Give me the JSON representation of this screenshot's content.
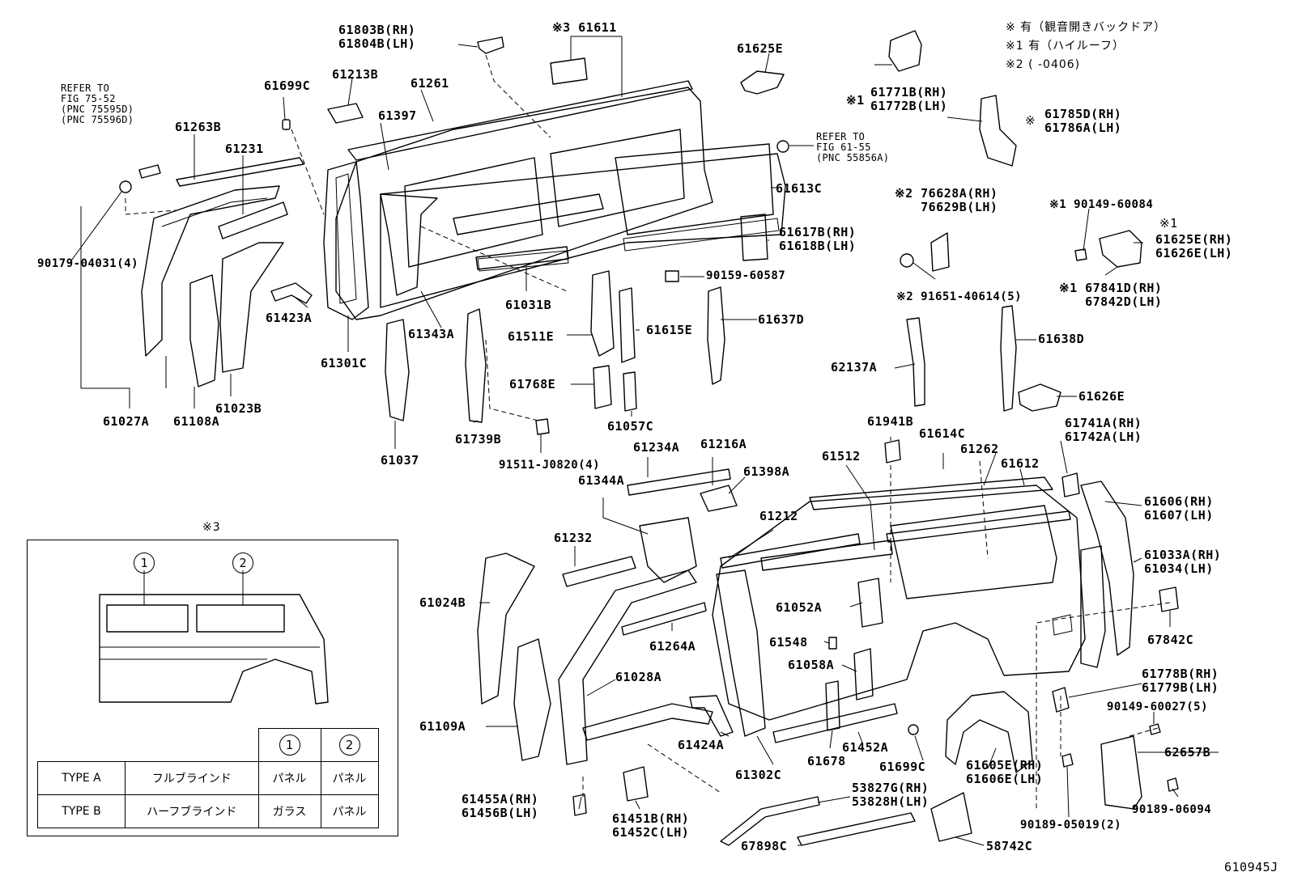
{
  "labels": {
    "l_61803B": "61803B(RH)",
    "l_61804B": "61804B(LH)",
    "l_61611": "※3 61611",
    "l_61625E_top": "61625E",
    "l_61771B": "61771B(RH)",
    "l_61772B": "61772B(LH)",
    "l_s1_61771": "※1",
    "l_61785D": "61785D(RH)",
    "l_61786A": "61786A(LH)",
    "l_s_61785": "※",
    "l_refer1_a": "REFER TO",
    "l_refer1_b": "FIG 75-52",
    "l_refer1_c": "(PNC 75595D)",
    "l_refer1_d": "(PNC 75596D)",
    "l_61699C_top": "61699C",
    "l_61213B": "61213B",
    "l_61261": "61261",
    "l_61397": "61397",
    "l_61263B": "61263B",
    "l_61231": "61231",
    "l_refer2_a": "REFER TO",
    "l_refer2_b": "FIG 61-55",
    "l_refer2_c": "(PNC 55856A)",
    "l_61613C": "61613C",
    "l_76628A": "※2 76628A(RH)",
    "l_76629B": "76629B(LH)",
    "l_90149_60084": "※1 90149-60084",
    "l_s1_61625": "※1",
    "l_61625E_rh": "61625E(RH)",
    "l_61626E_lh": "61626E(LH)",
    "l_61617B": "61617B(RH)",
    "l_61618B": "61618B(LH)",
    "l_90179": "90179-04031(4)",
    "l_90159": "90159-60587",
    "l_91651": "※2 91651-40614(5)",
    "l_67841D": "※1 67841D(RH)",
    "l_67842D": "67842D(LH)",
    "l_61031B": "61031B",
    "l_61423A": "61423A",
    "l_61343A": "61343A",
    "l_61511E": "61511E",
    "l_61615E": "61615E",
    "l_61637D": "61637D",
    "l_61638D": "61638D",
    "l_61301C": "61301C",
    "l_62137A": "62137A",
    "l_61768E": "61768E",
    "l_61626E_mid": "61626E",
    "l_61027A": "61027A",
    "l_61108A": "61108A",
    "l_61023B": "61023B",
    "l_61739B": "61739B",
    "l_61057C": "61057C",
    "l_61941B": "61941B",
    "l_61741A": "61741A(RH)",
    "l_61742A": "61742A(LH)",
    "l_61614C": "61614C",
    "l_61262": "61262",
    "l_61612": "61612",
    "l_61037": "61037",
    "l_91511": "91511-J0820(4)",
    "l_61234A": "61234A",
    "l_61216A": "61216A",
    "l_61512": "61512",
    "l_61344A": "61344A",
    "l_61398A": "61398A",
    "l_61606": "61606(RH)",
    "l_61607": "61607(LH)",
    "l_61212": "61212",
    "l_61232": "61232",
    "l_61033A": "61033A(RH)",
    "l_61034": "61034(LH)",
    "l_61024B": "61024B",
    "l_61052A": "61052A",
    "l_61264A": "61264A",
    "l_67842C": "67842C",
    "l_61548": "61548",
    "l_61058A": "61058A",
    "l_61028A": "61028A",
    "l_61778B": "61778B(RH)",
    "l_61779B": "61779B(LH)",
    "l_90149_60027": "90149-60027(5)",
    "l_61109A": "61109A",
    "l_61424A": "61424A",
    "l_61452A": "61452A",
    "l_62657B": "62657B",
    "l_61678": "61678",
    "l_61699C_bot": "61699C",
    "l_61605E": "61605E(RH)",
    "l_61606E": "61606E(LH)",
    "l_61302C": "61302C",
    "l_53827G": "53827G(RH)",
    "l_53828H": "53828H(LH)",
    "l_61455A": "61455A(RH)",
    "l_61456B": "61456B(LH)",
    "l_61451B": "61451B(RH)",
    "l_61452C": "61452C(LH)",
    "l_90189_05019": "90189-05019(2)",
    "l_90189_06094": "90189-06094",
    "l_67898C": "67898C",
    "l_58742C": "58742C",
    "l_figno": "610945J"
  },
  "notes": {
    "n1": "※  有（観音開きバックドア）",
    "n2": "※1 有（ハイルーフ）",
    "n3": "※2 (      -0406)"
  },
  "legend": {
    "title": "※3",
    "circle1": "1",
    "circle2": "2",
    "rows": [
      {
        "type": "TYPE A",
        "desc": "フルブラインド",
        "c1": "パネル",
        "c2": "パネル"
      },
      {
        "type": "TYPE B",
        "desc": "ハーフブラインド",
        "c1": "ガラス",
        "c2": "パネル"
      }
    ]
  }
}
